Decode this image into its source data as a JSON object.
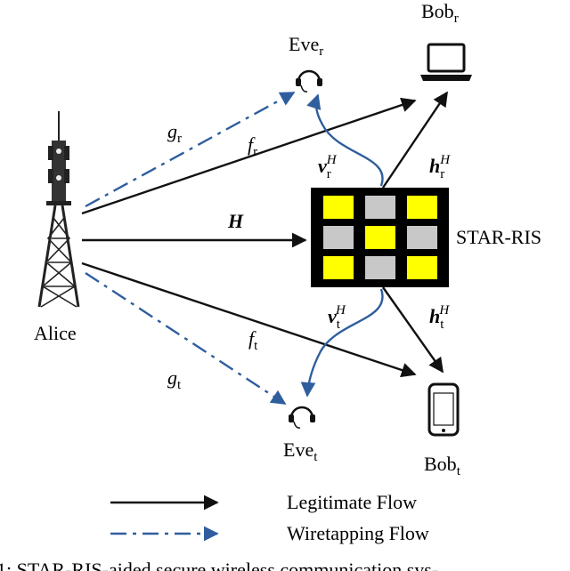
{
  "nodes": {
    "alice": "Alice",
    "ris": "STAR-RIS",
    "bob_r": {
      "base": "Bob",
      "sub": "r"
    },
    "bob_t": {
      "base": "Bob",
      "sub": "t"
    },
    "eve_r": {
      "base": "Eve",
      "sub": "r"
    },
    "eve_t": {
      "base": "Eve",
      "sub": "t"
    }
  },
  "channels": {
    "g_r": {
      "base": "g",
      "sub": "r"
    },
    "g_t": {
      "base": "g",
      "sub": "t"
    },
    "f_r": {
      "base": "f",
      "sub": "r"
    },
    "f_t": {
      "base": "f",
      "sub": "t"
    },
    "H": "H",
    "v_r": {
      "base": "v",
      "sub": "r",
      "sup": "H"
    },
    "v_t": {
      "base": "v",
      "sub": "t",
      "sup": "H"
    },
    "h_r": {
      "base": "h",
      "sub": "r",
      "sup": "H"
    },
    "h_t": {
      "base": "h",
      "sub": "t",
      "sup": "H"
    }
  },
  "ris_elements": [
    "yellow",
    "gray",
    "yellow",
    "gray",
    "yellow",
    "gray",
    "yellow",
    "gray",
    "yellow"
  ],
  "colors": {
    "element_on": "#ffff00",
    "element_off": "#c8c8c8",
    "wiretap": "#2f5e9e",
    "legit": "#111111"
  },
  "legend": {
    "legitimate": "Legitimate Flow",
    "wiretapping": "Wiretapping Flow"
  },
  "caption": "1: STAR-RIS-aided secure wireless communication sys-"
}
